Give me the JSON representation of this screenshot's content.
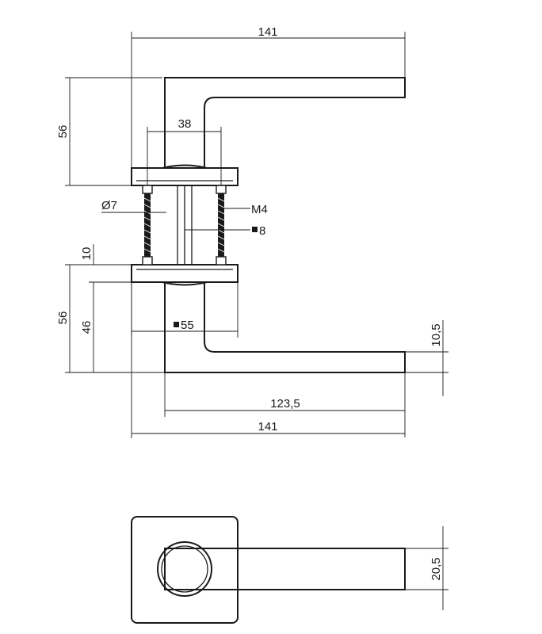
{
  "dimensions": {
    "top_width": "141",
    "upper_height": "56",
    "spindle_spacing": "38",
    "screw_diameter": "Ø7",
    "screw_thread": "M4",
    "spindle_square": "8",
    "lower_height": "56",
    "rose_height": "10",
    "lever_height_46": "46",
    "rose_square": "55",
    "lever_thickness": "10,5",
    "lever_length": "123,5",
    "bottom_width": "141",
    "lever_width": "20,5"
  },
  "colors": {
    "line": "#1a1a1a",
    "background": "#ffffff"
  }
}
